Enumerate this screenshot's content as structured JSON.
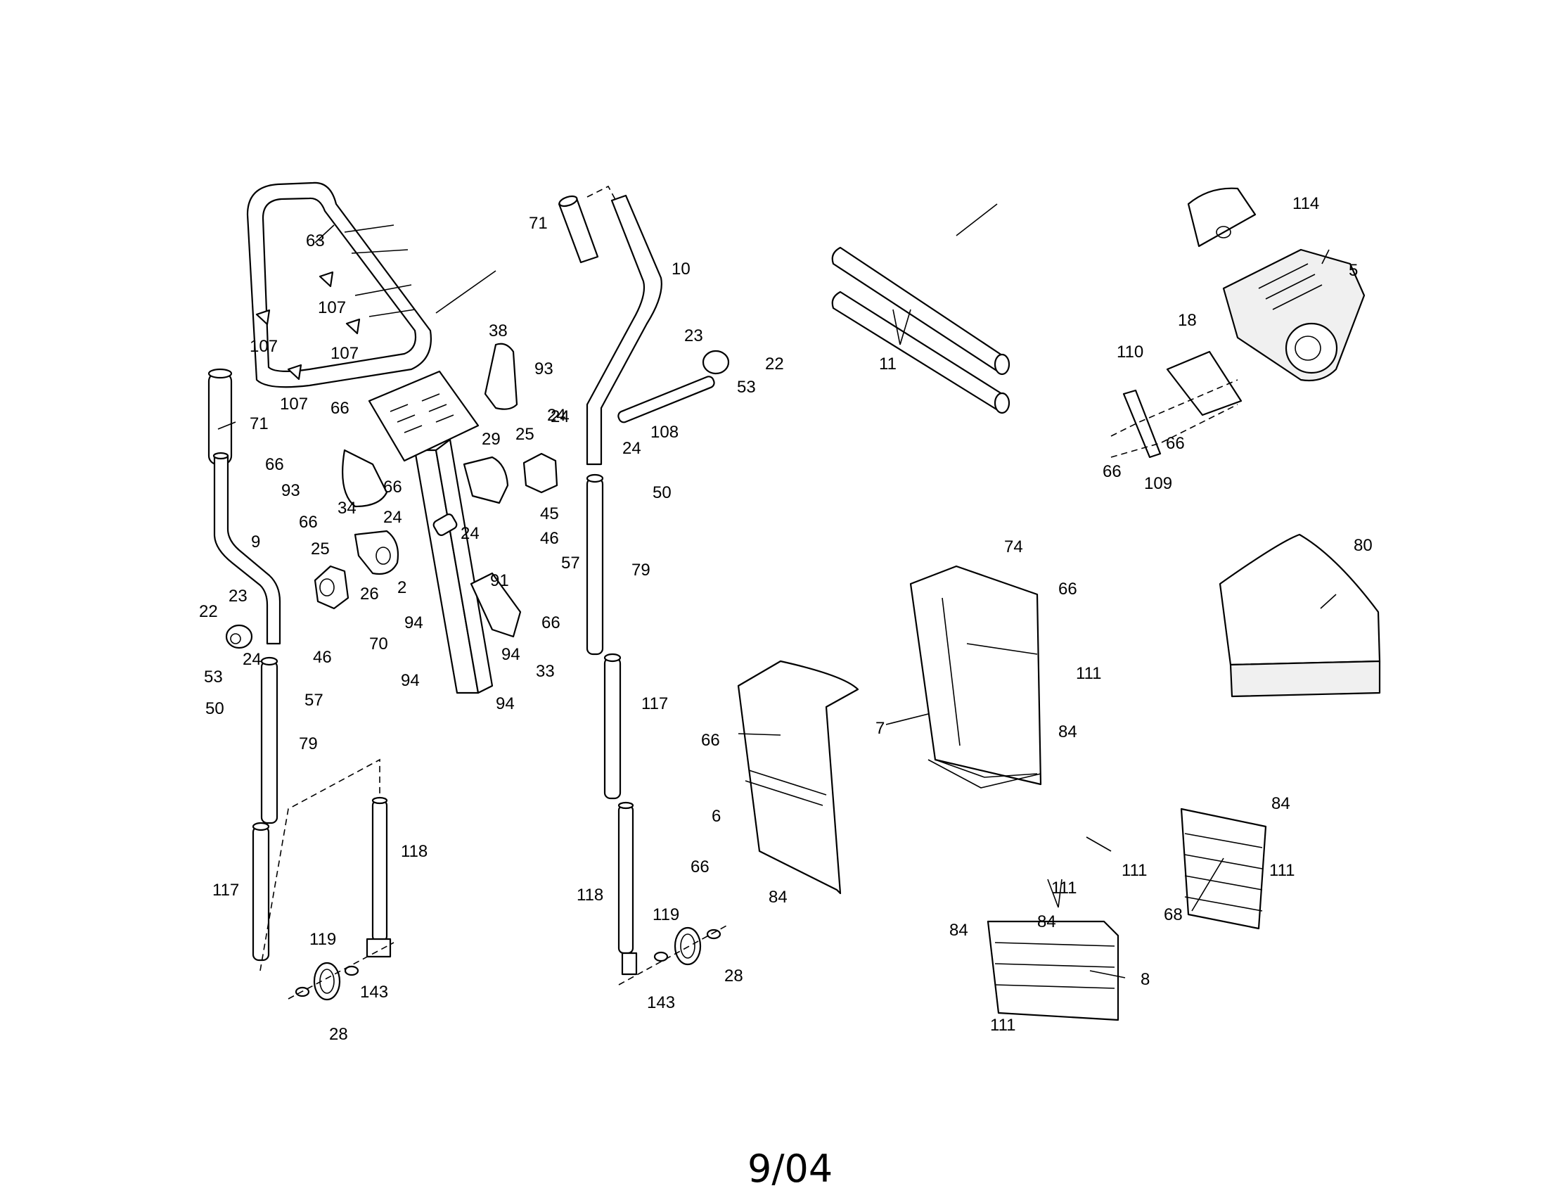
{
  "labels": [
    {
      "text": "63"
    },
    {
      "text": "107"
    },
    {
      "text": "107"
    },
    {
      "text": "107"
    },
    {
      "text": "107"
    },
    {
      "text": "71"
    },
    {
      "text": "66"
    },
    {
      "text": "66"
    },
    {
      "text": "93"
    },
    {
      "text": "66"
    },
    {
      "text": "66"
    },
    {
      "text": "34"
    },
    {
      "text": "9"
    },
    {
      "text": "38"
    },
    {
      "text": "93"
    },
    {
      "text": "29"
    },
    {
      "text": "25"
    },
    {
      "text": "24"
    },
    {
      "text": "24"
    },
    {
      "text": "25"
    },
    {
      "text": "26"
    },
    {
      "text": "24"
    },
    {
      "text": "2"
    },
    {
      "text": "91"
    },
    {
      "text": "66"
    },
    {
      "text": "22"
    },
    {
      "text": "23"
    },
    {
      "text": "53"
    },
    {
      "text": "24"
    },
    {
      "text": "46"
    },
    {
      "text": "57"
    },
    {
      "text": "50"
    },
    {
      "text": "70"
    },
    {
      "text": "94"
    },
    {
      "text": "94"
    },
    {
      "text": "94"
    },
    {
      "text": "33"
    },
    {
      "text": "94"
    },
    {
      "text": "79"
    },
    {
      "text": "117"
    },
    {
      "text": "118"
    },
    {
      "text": "119"
    },
    {
      "text": "28"
    },
    {
      "text": "143"
    },
    {
      "text": "71"
    },
    {
      "text": "10"
    },
    {
      "text": "23"
    },
    {
      "text": "22"
    },
    {
      "text": "53"
    },
    {
      "text": "108"
    },
    {
      "text": "24"
    },
    {
      "text": "24"
    },
    {
      "text": "50"
    },
    {
      "text": "45"
    },
    {
      "text": "46"
    },
    {
      "text": "57"
    },
    {
      "text": "79"
    },
    {
      "text": "117"
    },
    {
      "text": "118"
    },
    {
      "text": "119"
    },
    {
      "text": "28"
    },
    {
      "text": "143"
    },
    {
      "text": "11"
    },
    {
      "text": "66"
    },
    {
      "text": "6"
    },
    {
      "text": "66"
    },
    {
      "text": "84"
    },
    {
      "text": "74"
    },
    {
      "text": "66"
    },
    {
      "text": "111"
    },
    {
      "text": "7"
    },
    {
      "text": "84"
    },
    {
      "text": "114"
    },
    {
      "text": "5"
    },
    {
      "text": "18"
    },
    {
      "text": "110"
    },
    {
      "text": "66"
    },
    {
      "text": "66"
    },
    {
      "text": "109"
    },
    {
      "text": "80"
    },
    {
      "text": "84"
    },
    {
      "text": "111"
    },
    {
      "text": "111"
    },
    {
      "text": "68"
    },
    {
      "text": "111"
    },
    {
      "text": "84"
    },
    {
      "text": "84"
    },
    {
      "text": "8"
    },
    {
      "text": "111"
    }
  ],
  "footer": {
    "date": "9/04"
  }
}
